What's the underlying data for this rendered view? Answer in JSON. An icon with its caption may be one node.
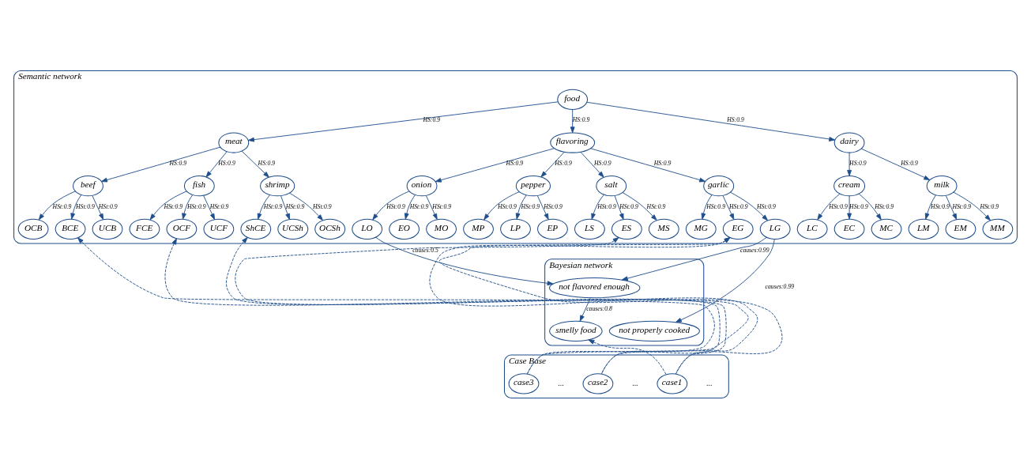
{
  "diagram": {
    "nodes": [
      {
        "text": [
          "Semantic network"
        ]
      },
      {
        "text": [
          "food"
        ],
        "in": 0
      },
      {
        "text": [
          "meat"
        ],
        "in": 0
      },
      {
        "text": [
          "flavoring"
        ],
        "in": 0
      },
      {
        "text": [
          "dairy"
        ],
        "in": 0
      },
      {
        "text": [
          "beef"
        ],
        "in": 0
      },
      {
        "text": [
          "fish"
        ],
        "in": 0
      },
      {
        "text": [
          "shrimp"
        ],
        "in": 0
      },
      {
        "text": [
          "pepper"
        ],
        "in": 0
      },
      {
        "text": [
          "salt"
        ],
        "in": 0
      },
      {
        "text": [
          "garlic"
        ],
        "in": 0
      },
      {
        "text": [
          "onion"
        ],
        "in": 0
      },
      {
        "text": [
          "milk"
        ],
        "in": 0
      },
      {
        "text": [
          "cream"
        ],
        "in": 0
      },
      {
        "text": [
          "OCB"
        ],
        "in": 0
      },
      {
        "text": [
          "BCE"
        ],
        "in": 0
      },
      {
        "text": [
          "UCB"
        ],
        "in": 0
      },
      {
        "text": [
          "FCE"
        ],
        "in": 0
      },
      {
        "text": [
          "OCF"
        ],
        "in": 0
      },
      {
        "text": [
          "UCF"
        ],
        "in": 0
      },
      {
        "text": [
          "ShCE"
        ],
        "in": 0
      },
      {
        "text": [
          "UCSh"
        ],
        "in": 0
      },
      {
        "text": [
          "OCSh"
        ],
        "in": 0
      },
      {
        "text": [
          "MP"
        ],
        "in": 0
      },
      {
        "text": [
          "LP"
        ],
        "in": 0
      },
      {
        "text": [
          "EP"
        ],
        "in": 0
      },
      {
        "text": [
          "LS"
        ],
        "in": 0
      },
      {
        "text": [
          "ES"
        ],
        "in": 0
      },
      {
        "text": [
          "MS"
        ],
        "in": 0
      },
      {
        "text": [
          "MG"
        ],
        "in": 0
      },
      {
        "text": [
          "EG"
        ],
        "in": 0
      },
      {
        "text": [
          "LG"
        ],
        "in": 0
      },
      {
        "text": [
          "LO"
        ],
        "in": 0
      },
      {
        "text": [
          "EO"
        ],
        "in": 0
      },
      {
        "text": [
          "MO"
        ],
        "in": 0
      },
      {
        "text": [
          "LM"
        ],
        "in": 0
      },
      {
        "text": [
          "EM"
        ],
        "in": 0
      },
      {
        "text": [
          "MM"
        ],
        "in": 0
      },
      {
        "text": [
          "LC"
        ],
        "in": 0
      },
      {
        "text": [
          "EC"
        ],
        "in": 0
      },
      {
        "text": [
          "MC"
        ],
        "in": 0
      },
      {
        "text": [
          "Bayesian network"
        ]
      },
      {
        "text": [
          "not properly cooked"
        ],
        "in": 41
      },
      {
        "text": [
          "not flavored enough"
        ],
        "in": 41
      },
      {
        "text": [
          "smelly food"
        ],
        "in": 41
      },
      {
        "text": [
          "Case Base"
        ]
      },
      {
        "text": [
          "case3"
        ],
        "in": 45,
        "beside": [
          "..."
        ]
      },
      {
        "text": [
          "case2"
        ],
        "in": 45,
        "beside": [
          "..."
        ]
      },
      {
        "text": [
          "case1"
        ],
        "in": 45,
        "beside": [
          "..."
        ]
      }
    ],
    "edges": [
      {
        "from": 1,
        "to": 2,
        "arrow": "to",
        "label": "HS:0.9"
      },
      {
        "from": 1,
        "to": 3,
        "arrow": "to",
        "label": "HS:0.9"
      },
      {
        "from": 1,
        "to": 4,
        "arrow": "to",
        "label": "HS:0.9"
      },
      {
        "from": 2,
        "to": 5,
        "arrow": "to",
        "label": "HS:0.9"
      },
      {
        "from": 2,
        "to": 6,
        "arrow": "to",
        "label": "HS:0.9"
      },
      {
        "from": 2,
        "to": 7,
        "arrow": "to",
        "label": "HS:0.9"
      },
      {
        "from": 3,
        "to": 8,
        "arrow": "to",
        "label": "HS:0.9"
      },
      {
        "from": 3,
        "to": 9,
        "arrow": "to",
        "label": "HS:0.9"
      },
      {
        "from": 3,
        "to": 10,
        "arrow": "to",
        "label": "HS:0.9"
      },
      {
        "from": 3,
        "to": 11,
        "arrow": "to",
        "label": "HS:0.9"
      },
      {
        "from": 4,
        "to": 12,
        "arrow": "to",
        "label": "HS:0.9"
      },
      {
        "from": 4,
        "to": 13,
        "arrow": "to",
        "label": "HS:0.9"
      },
      {
        "from": 5,
        "to": 14,
        "arrow": "to",
        "label": "HSt:0.9"
      },
      {
        "from": 5,
        "to": 15,
        "arrow": "to",
        "label": "HSt:0.9"
      },
      {
        "from": 5,
        "to": 16,
        "arrow": "to",
        "label": "HSt:0.9"
      },
      {
        "from": 6,
        "to": 17,
        "arrow": "to",
        "label": "HSt:0.9"
      },
      {
        "from": 6,
        "to": 18,
        "arrow": "to",
        "label": "HSt:0.9"
      },
      {
        "from": 6,
        "to": 19,
        "arrow": "to",
        "label": "HSt:0.9"
      },
      {
        "from": 7,
        "to": 20,
        "arrow": "to",
        "label": "HSt:0.9"
      },
      {
        "from": 7,
        "to": 21,
        "arrow": "to",
        "label": "HSt:0.9"
      },
      {
        "from": 7,
        "to": 22,
        "arrow": "to",
        "label": "HSt:0.9"
      },
      {
        "from": 8,
        "to": 23,
        "arrow": "to",
        "label": "HSt:0.9"
      },
      {
        "from": 8,
        "to": 24,
        "arrow": "to",
        "label": "HSt:0.9"
      },
      {
        "from": 8,
        "to": 25,
        "arrow": "to",
        "label": "HSt:0.9"
      },
      {
        "from": 9,
        "to": 26,
        "arrow": "to",
        "label": "HSt:0.9"
      },
      {
        "from": 9,
        "to": 27,
        "arrow": "to",
        "label": "HSt:0.9"
      },
      {
        "from": 9,
        "to": 28,
        "arrow": "to",
        "label": "HSt:0.9"
      },
      {
        "from": 10,
        "to": 29,
        "arrow": "to",
        "label": "HSt:0.9"
      },
      {
        "from": 10,
        "to": 30,
        "arrow": "to",
        "label": "HSt:0.9"
      },
      {
        "from": 10,
        "to": 31,
        "arrow": "to",
        "label": "HSt:0.9"
      },
      {
        "from": 11,
        "to": 32,
        "arrow": "to",
        "label": "HSt:0.9"
      },
      {
        "from": 11,
        "to": 33,
        "arrow": "to",
        "label": "HSt:0.9"
      },
      {
        "from": 11,
        "to": 34,
        "arrow": "to",
        "label": "HSt:0.9"
      },
      {
        "from": 12,
        "to": 35,
        "arrow": "to",
        "label": "HSt:0.9"
      },
      {
        "from": 12,
        "to": 36,
        "arrow": "to",
        "label": "HSt:0.9"
      },
      {
        "from": 12,
        "to": 37,
        "arrow": "to",
        "label": "HSt:0.9"
      },
      {
        "from": 13,
        "to": 38,
        "arrow": "to",
        "label": "HSt:0.9"
      },
      {
        "from": 13,
        "to": 39,
        "arrow": "to",
        "label": "HSt:0.9"
      },
      {
        "from": 13,
        "to": 40,
        "arrow": "to",
        "label": "HSt:0.9"
      },
      {
        "from": 31,
        "to": 42,
        "arrow": "to",
        "label": "causes:0.99"
      },
      {
        "from": 31,
        "to": 43,
        "arrow": "to",
        "label": "causes:0.99"
      },
      {
        "from": 32,
        "to": 43,
        "arrow": "to",
        "label": "causes:0.5"
      },
      {
        "from": 43,
        "to": 44,
        "arrow": "to",
        "label": "causes:0.8"
      },
      {
        "from": 46,
        "to": 15,
        "arrow": "to",
        "style": "dashed"
      },
      {
        "from": 46,
        "to": 27,
        "arrow": "to",
        "style": "dashed"
      },
      {
        "from": 47,
        "to": 18,
        "arrow": "to",
        "style": "dashed"
      },
      {
        "from": 47,
        "to": 30,
        "arrow": "to",
        "style": "dashed"
      },
      {
        "from": 48,
        "to": 20,
        "arrow": "to",
        "style": "dashed"
      },
      {
        "from": 48,
        "to": 30,
        "arrow": "to",
        "style": "dashed"
      },
      {
        "from": 48,
        "to": 44,
        "arrow": "to",
        "style": "dashed"
      }
    ]
  }
}
